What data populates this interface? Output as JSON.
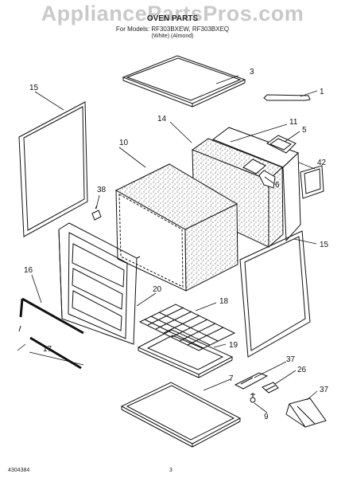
{
  "header": {
    "watermark": "AppliancePartsPros.com",
    "title": "OVEN PARTS",
    "subtitle": "For Models: RF303BXEW, RF303BXEQ",
    "variants": "(White)          (Almond)"
  },
  "footer": {
    "doc_number": "4304384",
    "page_number": "3"
  },
  "callouts": [
    "1",
    "3",
    "5",
    "6",
    "7",
    "9",
    "10",
    "11",
    "14",
    "15",
    "15",
    "16",
    "17",
    "18",
    "19",
    "20",
    "26",
    "37",
    "37",
    "38",
    "42"
  ],
  "colors": {
    "line": "#111111",
    "speckle": "#555555",
    "watermark": "#c9c9c9"
  }
}
